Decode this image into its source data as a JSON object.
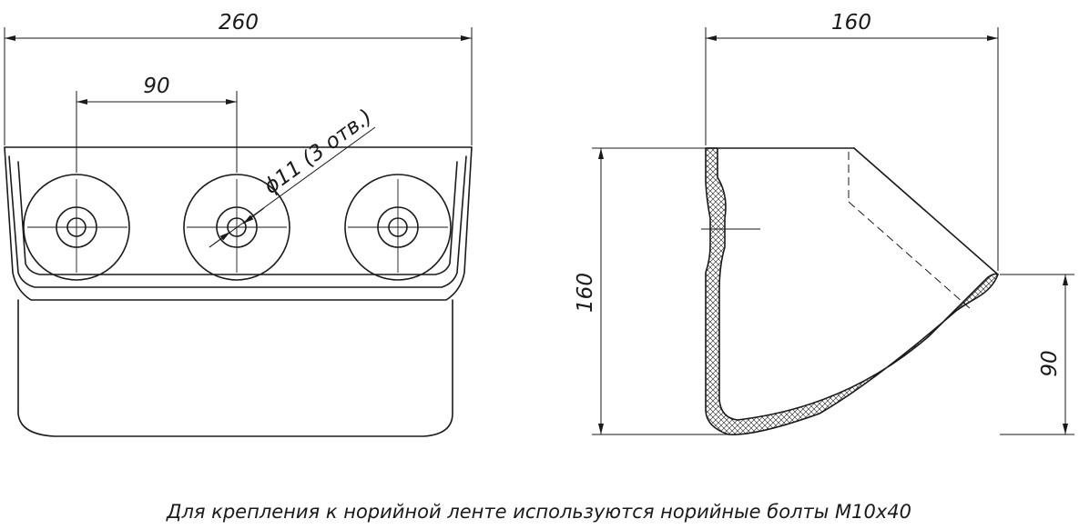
{
  "front_view": {
    "dim_width": "260",
    "dim_hole_spacing": "90",
    "hole_callout": "ϕ11 (3 отв.)",
    "hole_count": 3
  },
  "side_view": {
    "dim_depth": "160",
    "dim_height": "160",
    "dim_lip_height": "90"
  },
  "note": "Для крепления к норийной ленте используются норийные болты М10х40"
}
